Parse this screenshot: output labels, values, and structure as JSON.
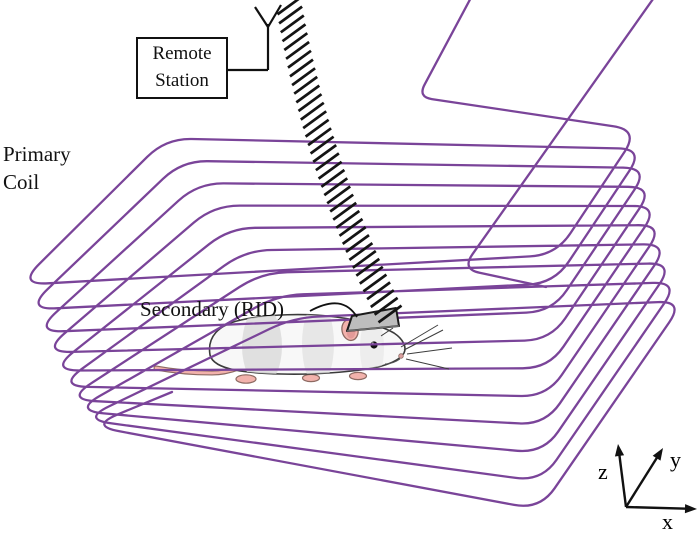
{
  "remote_station": {
    "line1": "Remote",
    "line2": "Station"
  },
  "labels": {
    "primary_coil": "Primary\nCoil",
    "secondary": "Secondary (RID)"
  },
  "axes": {
    "x": "x",
    "y": "y",
    "z": "z"
  },
  "coil": {
    "turns": 10
  },
  "rf_link": {
    "stripes": 38
  },
  "colors": {
    "coil": "#7a4499",
    "hatch": "#141414",
    "ink": "#111111",
    "device_fill": "#bdbdbd",
    "mouse_body": "#f8f8f8",
    "mouse_shade": "#dcdcdc",
    "mouse_outline": "#3b3b3b",
    "pink": "#f2b2ac",
    "pink_outline": "#8d6a62"
  }
}
